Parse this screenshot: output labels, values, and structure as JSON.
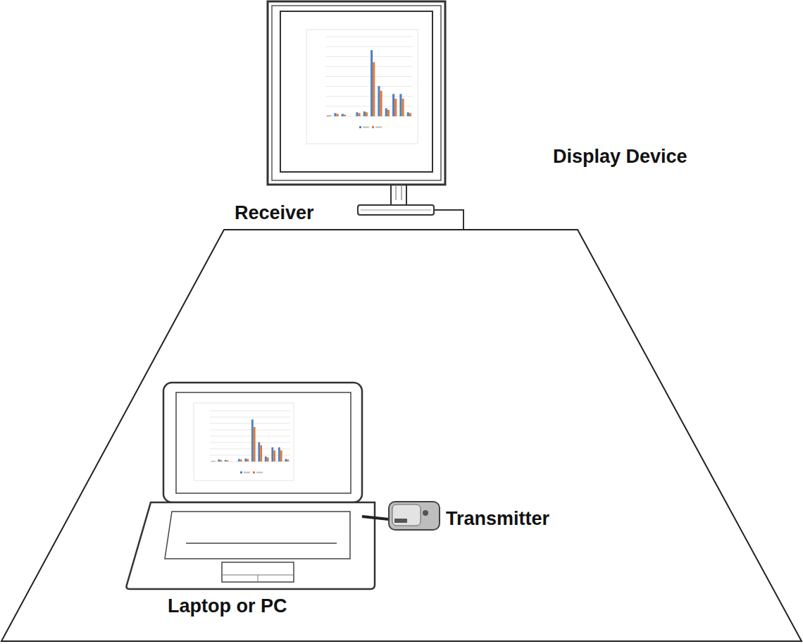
{
  "diagram": {
    "labels": [
      "Display Device",
      "Receiver",
      "Transmitter",
      "Laptop or PC"
    ]
  }
}
